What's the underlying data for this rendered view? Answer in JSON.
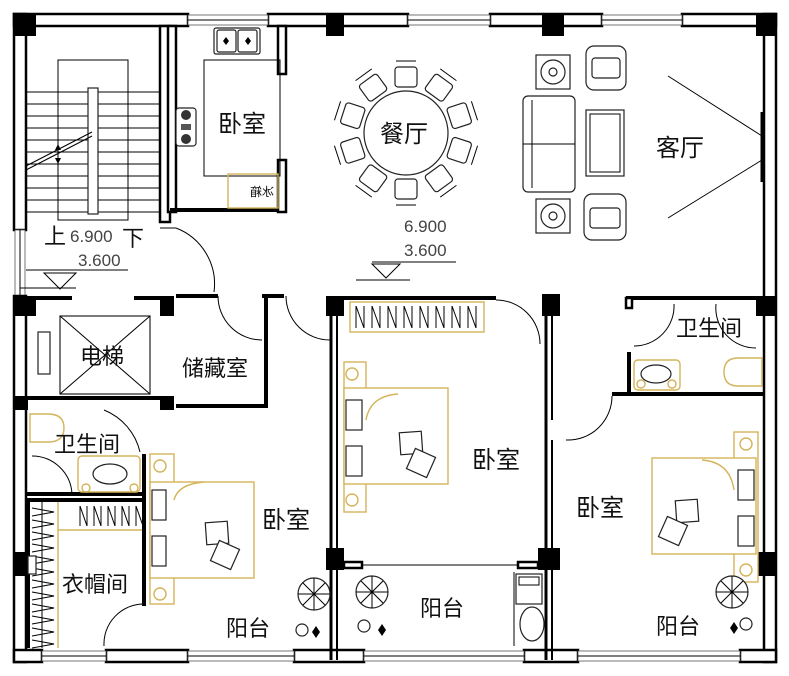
{
  "plan": {
    "rooms": {
      "kitchen": "卧室",
      "fridge": "冰箱",
      "dining": "餐厅",
      "living": "客厅",
      "elevator": "电梯",
      "storage": "储藏室",
      "bath_left": "卫生间",
      "bath_right": "卫生间",
      "closet": "衣帽间",
      "bedroom_left": "卧室",
      "bedroom_center": "卧室",
      "bedroom_right": "卧室",
      "balcony_left": "阳台",
      "balcony_center": "阳台",
      "balcony_right": "阳台"
    },
    "stairs": {
      "up": "上",
      "down": "下",
      "level_upper": "6.900",
      "level_lower": "3.600"
    },
    "hall_levels": {
      "level_upper": "6.900",
      "level_lower": "3.600"
    },
    "colors": {
      "wall": "#000000",
      "furniture_accent": "#d4b35a",
      "background": "#ffffff"
    }
  }
}
